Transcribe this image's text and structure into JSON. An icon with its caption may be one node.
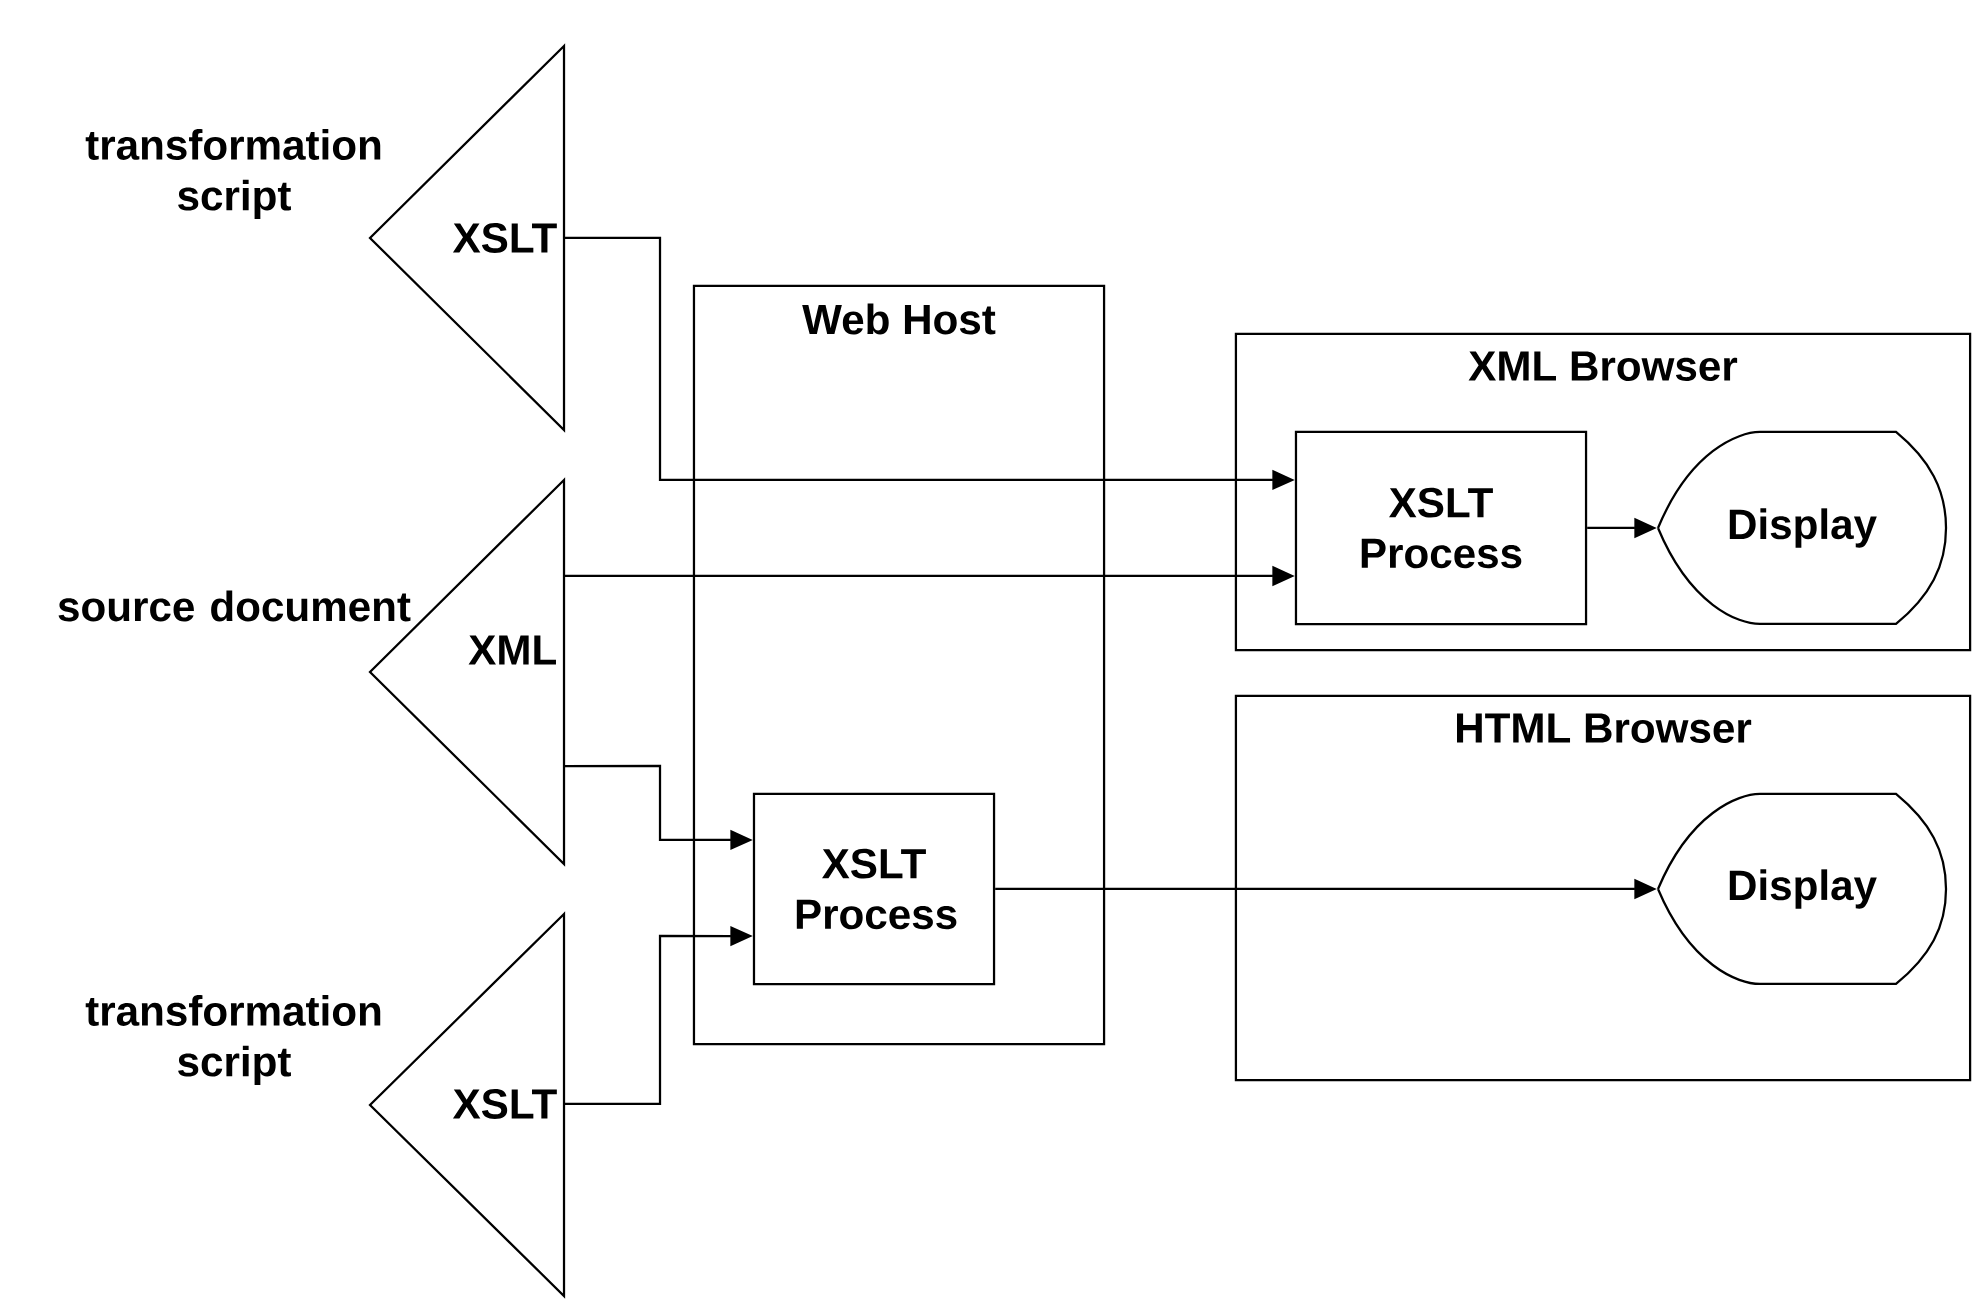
{
  "diagram": {
    "nodes": [
      {
        "text": [
          "XSLT"
        ],
        "beside": [
          "transformation script"
        ]
      },
      {
        "text": [
          "XML"
        ],
        "beside": [
          "source document"
        ]
      },
      {
        "text": [
          "XSLT"
        ],
        "beside": [
          "transformation script"
        ]
      },
      {
        "text": [
          "Web Host"
        ]
      },
      {
        "text": [
          "XSLT Process"
        ],
        "in": 3
      },
      {
        "text": [
          "XML Browser"
        ]
      },
      {
        "text": [
          "XSLT Process"
        ],
        "in": 5
      },
      {
        "text": [
          "Display"
        ],
        "in": 5
      },
      {
        "text": [
          "HTML Browser"
        ]
      },
      {
        "text": [
          "Display"
        ],
        "in": 8
      }
    ],
    "edges": [
      {
        "from": 0,
        "to": 6,
        "arrow": "to"
      },
      {
        "from": 1,
        "to": 6,
        "arrow": "to"
      },
      {
        "from": 1,
        "to": 4,
        "arrow": "to"
      },
      {
        "from": 2,
        "to": 4,
        "arrow": "to"
      },
      {
        "from": 6,
        "to": 7,
        "arrow": "to"
      },
      {
        "from": 4,
        "to": 9,
        "arrow": "to"
      }
    ]
  }
}
